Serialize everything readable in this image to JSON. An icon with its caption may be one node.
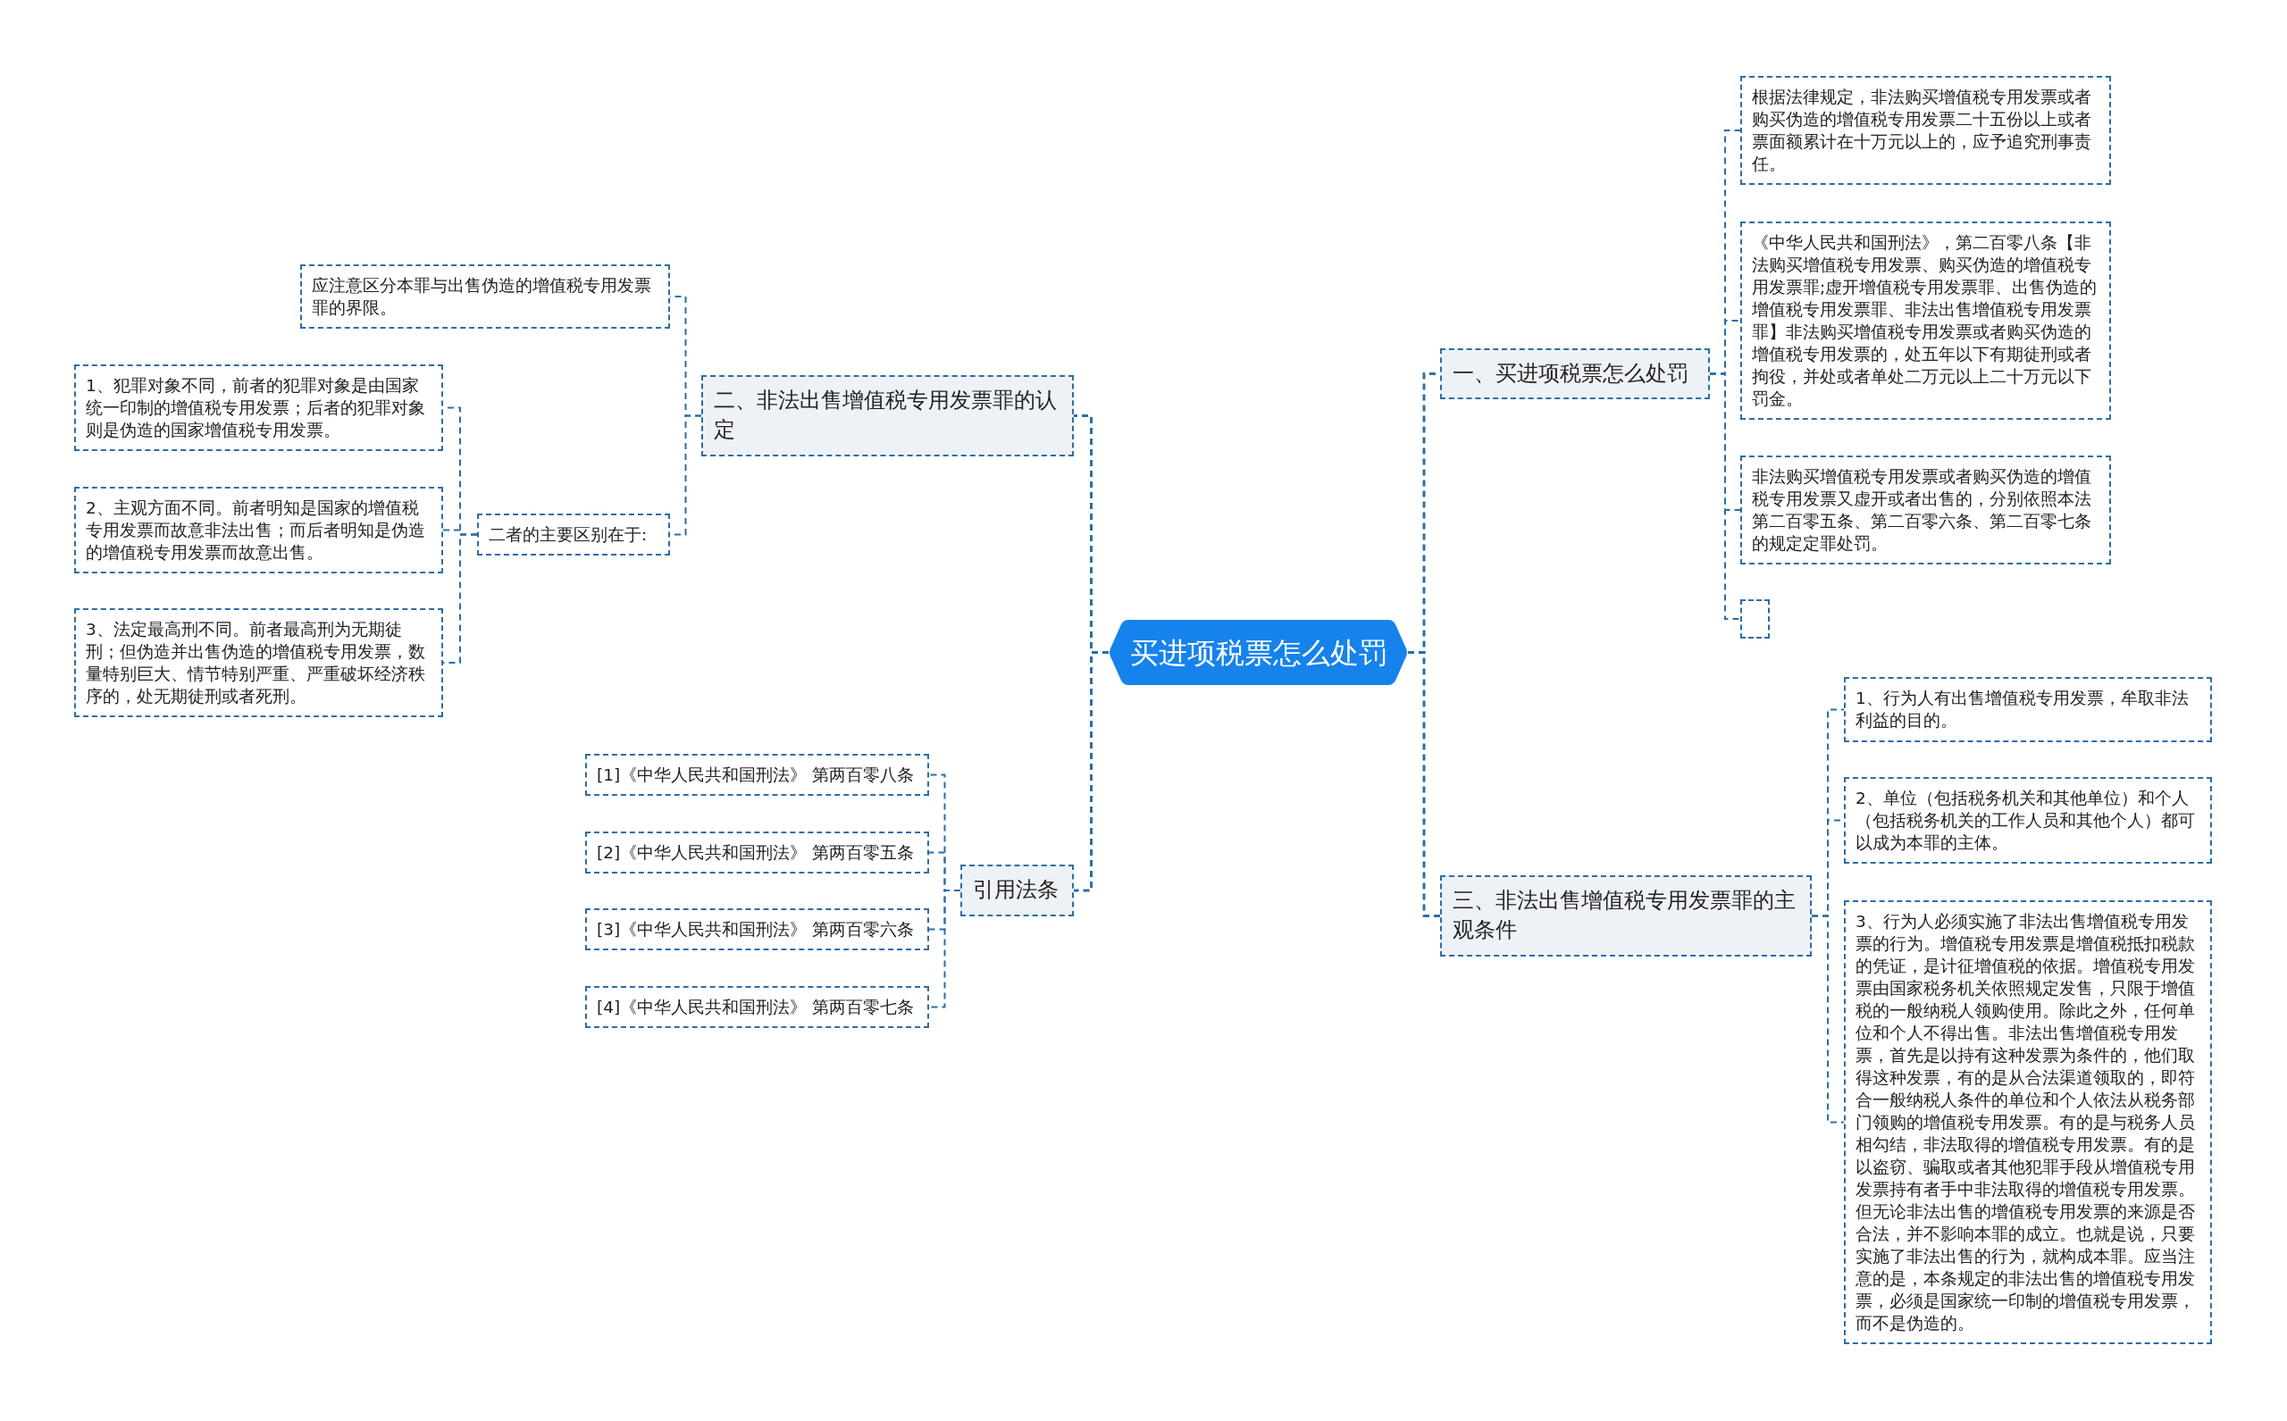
{
  "diagram": {
    "nodes": [
      {
        "text": [
          "买进项税票怎么处罚"
        ]
      },
      {
        "text": [
          "一、买进项税票怎么处罚"
        ]
      },
      {
        "text": [
          "根据法律规定，非法购买增值税专用发票或者购买伪造的增值税专用发票二十五份以上或者票面额累计在十万元以上的，应予追究刑事责任。"
        ]
      },
      {
        "text": [
          "《中华人民共和国刑法》，第二百零八条【非法购买增值税专用发票、购买伪造的增值税专用发票罪;虚开增值税专用发票罪、出售伪造的增值税专用发票罪、非法出售增值税专用发票罪】非法购买增值税专用发票或者购买伪造的增值税专用发票的，处五年以下有期徒刑或者拘役，并处或者单处二万元以上二十万元以下罚金。"
        ]
      },
      {
        "text": [
          "非法购买增值税专用发票或者购买伪造的增值税专用发票又虚开或者出售的，分别依照本法第二百零五条、第二百零六条、第二百零七条的规定定罪处罚。"
        ]
      },
      {
        "text": [],
        "shape": "box"
      },
      {
        "text": [
          "三、非法出售增值税专用发票罪的主观条件"
        ]
      },
      {
        "text": [
          "1、行为人有出售增值税专用发票，牟取非法利益的目的。"
        ]
      },
      {
        "text": [
          "2、单位（包括税务机关和其他单位）和个人（包括税务机关的工作人员和其他个人）都可以成为本罪的主体。"
        ]
      },
      {
        "text": [
          "3、行为人必须实施了非法出售增值税专用发票的行为。增值税专用发票是增值税抵扣税款的凭证，是计征增值税的依据。增值税专用发票由国家税务机关依照规定发售，只限于增值税的一般纳税人领购使用。除此之外，任何单位和个人不得出售。非法出售增值税专用发票，首先是以持有这种发票为条件的，他们取得这种发票，有的是从合法渠道领取的，即符合一般纳税人条件的单位和个人依法从税务部门领购的增值税专用发票。有的是与税务人员相勾结，非法取得的增值税专用发票。有的是以盗窃、骗取或者其他犯罪手段从增值税专用发票持有者手中非法取得的增值税专用发票。但无论非法出售的增值税专用发票的来源是否合法，并不影响本罪的成立。也就是说，只要实施了非法出售的行为，就构成本罪。应当注意的是，本条规定的非法出售的增值税专用发票，必须是国家统一印制的增值税专用发票，而不是伪造的。"
        ]
      },
      {
        "text": [
          "二、非法出售增值税专用发票罪的认定"
        ]
      },
      {
        "text": [
          "应注意区分本罪与出售伪造的增值税专用发票罪的界限。"
        ]
      },
      {
        "text": [
          "二者的主要区别在于:"
        ]
      },
      {
        "text": [
          "1、犯罪对象不同，前者的犯罪对象是由国家统一印制的增值税专用发票；后者的犯罪对象则是伪造的国家增值税专用发票。"
        ]
      },
      {
        "text": [
          "2、主观方面不同。前者明知是国家的增值税专用发票而故意非法出售；而后者明知是伪造的增值税专用发票而故意出售。"
        ]
      },
      {
        "text": [
          "3、法定最高刑不同。前者最高刑为无期徒刑；但伪造并出售伪造的增值税专用发票，数量特别巨大、情节特别严重、严重破坏经济秩序的，处无期徒刑或者死刑。"
        ]
      },
      {
        "text": [
          "引用法条"
        ]
      },
      {
        "text": [
          "[1]《中华人民共和国刑法》 第两百零八条"
        ]
      },
      {
        "text": [
          "[2]《中华人民共和国刑法》 第两百零五条"
        ]
      },
      {
        "text": [
          "[3]《中华人民共和国刑法》 第两百零六条"
        ]
      },
      {
        "text": [
          "[4]《中华人民共和国刑法》 第两百零七条"
        ]
      }
    ],
    "edges": [
      {
        "from": 0,
        "to": 1,
        "arrow": "none"
      },
      {
        "from": 1,
        "to": 2,
        "arrow": "none"
      },
      {
        "from": 1,
        "to": 3,
        "arrow": "none"
      },
      {
        "from": 1,
        "to": 4,
        "arrow": "none"
      },
      {
        "from": 1,
        "to": 5,
        "arrow": "none"
      },
      {
        "from": 0,
        "to": 6,
        "arrow": "none"
      },
      {
        "from": 6,
        "to": 7,
        "arrow": "none"
      },
      {
        "from": 6,
        "to": 8,
        "arrow": "none"
      },
      {
        "from": 6,
        "to": 9,
        "arrow": "none"
      },
      {
        "from": 0,
        "to": 10,
        "arrow": "none"
      },
      {
        "from": 10,
        "to": 11,
        "arrow": "none"
      },
      {
        "from": 10,
        "to": 12,
        "arrow": "none"
      },
      {
        "from": 12,
        "to": 13,
        "arrow": "none"
      },
      {
        "from": 12,
        "to": 14,
        "arrow": "none"
      },
      {
        "from": 12,
        "to": 15,
        "arrow": "none"
      },
      {
        "from": 0,
        "to": 16,
        "arrow": "none"
      },
      {
        "from": 16,
        "to": 17,
        "arrow": "none"
      },
      {
        "from": 16,
        "to": 18,
        "arrow": "none"
      },
      {
        "from": 16,
        "to": 19,
        "arrow": "none"
      },
      {
        "from": 16,
        "to": 20,
        "arrow": "none"
      }
    ]
  }
}
